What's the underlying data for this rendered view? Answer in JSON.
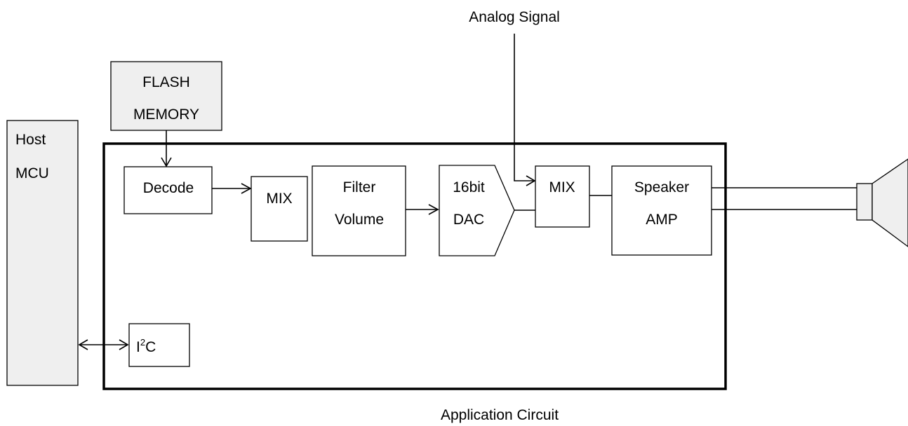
{
  "diagram": {
    "analog_signal": "Analog Signal",
    "flash": {
      "line1": "FLASH",
      "line2": "MEMORY"
    },
    "host": {
      "line1": "Host",
      "line2": "MCU"
    },
    "decode": "Decode",
    "mix1": "MIX",
    "filter": {
      "line1": "Filter",
      "line2": "Volume"
    },
    "dac": {
      "line1": "16bit",
      "line2": "DAC"
    },
    "mix2": "MIX",
    "amp": {
      "line1": "Speaker",
      "line2": "AMP"
    },
    "i2c": {
      "base": "I",
      "sup": "2",
      "rest": "C"
    },
    "caption": "Application Circuit",
    "colors": {
      "shaded_fill": "#efefef",
      "line": "#000000"
    }
  }
}
